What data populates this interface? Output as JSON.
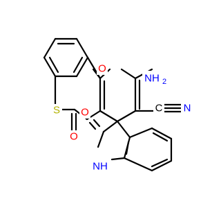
{
  "structure": {
    "atoms": {
      "O_pyran": {
        "text": "O",
        "color": "#ff0000"
      },
      "NH2": {
        "text": "NH",
        "sub": "2",
        "color": "#0000ff"
      },
      "S": {
        "text": "S",
        "color": "#b2b200"
      },
      "O_thio": {
        "text": "O",
        "color": "#ff0000"
      },
      "O_lactam": {
        "text": "O",
        "color": "#ff0000"
      },
      "N_nitrile": {
        "text": "N",
        "color": "#0000ff"
      },
      "NH": {
        "text": "NH",
        "color": "#0000ff"
      }
    }
  }
}
